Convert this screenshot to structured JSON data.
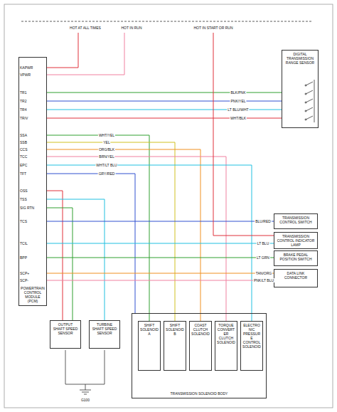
{
  "diagram": {
    "nodes": [
      {
        "text": [
          "HOT AT ALL TIMES"
        ]
      },
      {
        "text": [
          "HOT IN RUN"
        ]
      },
      {
        "text": [
          "HOT IN START OR RUN"
        ]
      },
      {
        "text": [
          "POWERTRAIN CONTROL MODULE (PCM)"
        ]
      },
      {
        "text": [
          "DIGITAL TRANSMISSION RANGE SENSOR"
        ]
      },
      {
        "text": [
          "TRANSMISSION CONTROL SWITCH"
        ]
      },
      {
        "text": [
          "TRANSMISSION CONTROL INDICATOR LAMP"
        ]
      },
      {
        "text": [
          "BRAKE PEDAL POSITION SWITCH"
        ]
      },
      {
        "text": [
          "DATA LINK CONNECTOR"
        ]
      },
      {
        "text": [
          "OUTPUT SHAFT SPEED SENSOR"
        ]
      },
      {
        "text": [
          "TURBINE SHAFT SPEED SENSOR"
        ]
      },
      {
        "text": [
          "TRANSMISSION SOLENOID BODY"
        ]
      },
      {
        "text": [
          "SHIFT SOLENOID A"
        ],
        "in": 11
      },
      {
        "text": [
          "SHIFT SOLENOID B"
        ],
        "in": 11
      },
      {
        "text": [
          "COAST CLUTCH SOLENOID"
        ],
        "in": 11
      },
      {
        "text": [
          "TORQUE CONVERTER CLUTCH SOLENOID"
        ],
        "in": 11
      },
      {
        "text": [
          "ELECTRONIC PRESSURE CONTROL SOLENOID"
        ],
        "in": 11
      }
    ],
    "edges": [
      {
        "from": 0,
        "to": 3,
        "arrow": "none"
      },
      {
        "from": 1,
        "to": 3,
        "arrow": "none"
      },
      {
        "from": 3,
        "to": 4,
        "arrow": "none"
      },
      {
        "from": 3,
        "to": 4,
        "arrow": "none"
      },
      {
        "from": 3,
        "to": 4,
        "arrow": "none"
      },
      {
        "from": 3,
        "to": 4,
        "arrow": "none"
      },
      {
        "from": 3,
        "to": 12,
        "arrow": "none"
      },
      {
        "from": 3,
        "to": 13,
        "arrow": "none"
      },
      {
        "from": 3,
        "to": 14,
        "arrow": "none"
      },
      {
        "from": 3,
        "to": 15,
        "arrow": "none"
      },
      {
        "from": 3,
        "to": 16,
        "arrow": "none"
      },
      {
        "from": 3,
        "to": 11,
        "arrow": "none"
      },
      {
        "from": 3,
        "to": 9,
        "arrow": "none"
      },
      {
        "from": 3,
        "to": 9,
        "arrow": "none"
      },
      {
        "from": 3,
        "to": 10,
        "arrow": "none"
      },
      {
        "from": 3,
        "to": 5,
        "arrow": "none"
      },
      {
        "from": 2,
        "to": 6,
        "arrow": "none"
      },
      {
        "from": 3,
        "to": 6,
        "arrow": "none"
      },
      {
        "from": 3,
        "to": 7,
        "arrow": "none"
      },
      {
        "from": 3,
        "to": 8,
        "arrow": "none"
      },
      {
        "from": 3,
        "to": 8,
        "arrow": "none"
      }
    ],
    "labels": [
      "KAPWR",
      "VPWR",
      "TR1",
      "TR2",
      "TR4",
      "TR/V",
      "SSA",
      "SSB",
      "CCS",
      "TCC",
      "EPC",
      "TFT",
      "OSS",
      "TSS",
      "SIG RTN",
      "TCS",
      "TCIL",
      "BPP",
      "SCP+",
      "SCP-",
      "BLK/PNK",
      "PNK/YEL",
      "LT BLU/WHT",
      "WHT/BLK",
      "WHT/YEL",
      "YEL",
      "ORG/BLK",
      "BRN/YEL",
      "WHT/LT BLU",
      "GRY/RED",
      "BLU/RED",
      "LT BLU",
      "LT GRN",
      "TAN/ORG",
      "PNK/LT BLU",
      "G100"
    ]
  }
}
